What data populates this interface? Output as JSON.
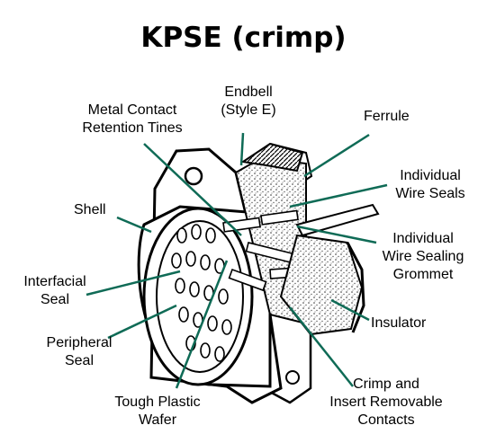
{
  "title": "KPSE (crimp)",
  "colors": {
    "leader": "#0f6b56",
    "outline": "#000000"
  },
  "labels": {
    "metal_contact": [
      "Metal Contact",
      "Retention Tines"
    ],
    "endbell": [
      "Endbell",
      "(Style E)"
    ],
    "ferrule": [
      "Ferrule"
    ],
    "individual_wire_seals": [
      "Individual",
      "Wire Seals"
    ],
    "shell": [
      "Shell"
    ],
    "individual_wire_sealing_grommet": [
      "Individual",
      "Wire Sealing",
      "Grommet"
    ],
    "interfacial_seal": [
      "Interfacial",
      "Seal"
    ],
    "insulator": [
      "Insulator"
    ],
    "peripheral_seal": [
      "Peripheral",
      "Seal"
    ],
    "crimp_contacts": [
      "Crimp and",
      "Insert Removable",
      "Contacts"
    ],
    "tough_plastic_wafer": [
      "Tough Plastic",
      "Wafer"
    ]
  }
}
